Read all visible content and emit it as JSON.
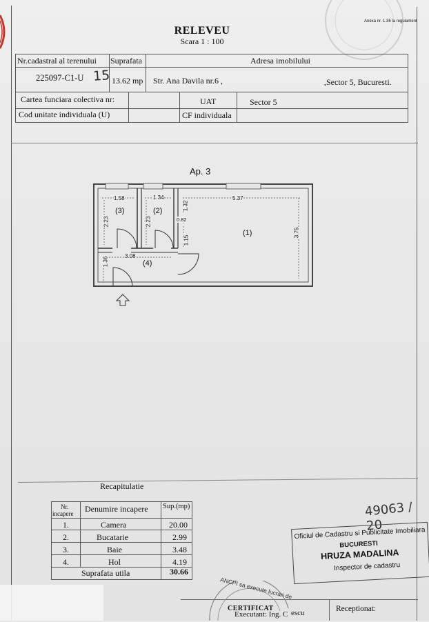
{
  "header": {
    "annex": "Anexa nr. 1.36 la regulament",
    "title": "RELEVEU",
    "scale": "Scara 1 : 100"
  },
  "info_table": {
    "h_cadastral": "Nr.cadastral al terenului",
    "h_surface": "Suprafata",
    "h_address": "Adresa imobilului",
    "cadastral_number": "225097-C1-U",
    "cadastral_handwritten": "15",
    "surface": "13.62 mp",
    "address_street": "Str. Ana Davila  nr.6 ,",
    "address_city": ",Sector 5, Bucuresti.",
    "carte_funciara_label": "Cartea funciara colectiva nr:",
    "uat_label": "UAT",
    "uat_value": "Sector 5",
    "cod_unitate_label": "Cod unitate individuala (U)",
    "cf_label": "CF individuala"
  },
  "plan": {
    "apartment": "Ap. 3",
    "rooms": [
      "(3)",
      "(2)",
      "(1)",
      "(4)"
    ],
    "dimensions": [
      "1.58",
      "1.34",
      "5.37",
      "2.23",
      "2.23",
      "1.32",
      "0.82",
      "1.15",
      "3.75",
      "3.08",
      "1.36"
    ]
  },
  "recap": {
    "title": "Recapitulatie",
    "col_nr": "Nr.",
    "col_nr2": "incapere",
    "col_name": "Denumire incapere",
    "col_sup": "Sup.(mp)",
    "rows": [
      {
        "nr": "1.",
        "name": "Camera",
        "sup": "20.00"
      },
      {
        "nr": "2.",
        "name": "Bucatarie",
        "sup": "2.99"
      },
      {
        "nr": "3.",
        "name": "Baie",
        "sup": "3.48"
      },
      {
        "nr": "4.",
        "name": "Hol",
        "sup": "4.19"
      }
    ],
    "total_label": "Suprafata utila",
    "total_value": "30.66"
  },
  "stamp": {
    "handwritten_number": "49063 / 20",
    "line1": "Oficiul de Cadastru si Publicitate Imobiliara",
    "line2": "BUCURESTI",
    "line3": "HRUZA MADALINA",
    "line4": "Inspector de cadastru"
  },
  "footer": {
    "certificat": "CERTIFICAT",
    "executant": "Executant: Ing. C",
    "executant_tail": "escu",
    "receptionat": "Receptionat:",
    "seal_text": "ANCPI sa execute lucrari de"
  }
}
